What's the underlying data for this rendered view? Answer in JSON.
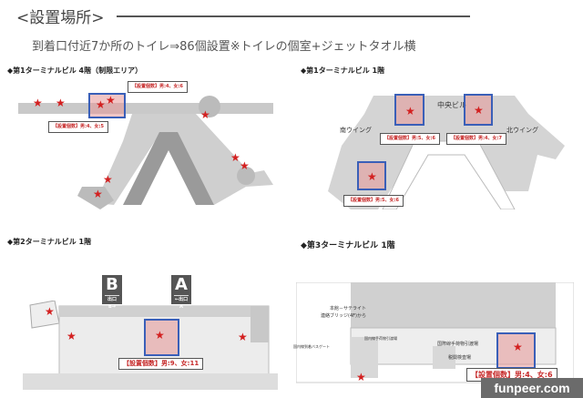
{
  "title": "<設置場所>",
  "subtitle": "到着口付近7か所のトイレ⇒86個設置※トイレの個室+ジェットタオル横",
  "maps": [
    {
      "heading": "◆第1ターミナルビル 4階（制限エリア）",
      "labels": [
        "【設置個数】男:4、女:6",
        "【設置個数】男:4、女:5"
      ]
    },
    {
      "heading": "◆第1ターミナルビル 1階",
      "areas": [
        "中央ビル",
        "南ウイング",
        "北ウイング"
      ],
      "labels": [
        "【設置個数】男:5、女:6",
        "【設置個数】男:4、女:7",
        "【設置個数】男:5、女:6"
      ]
    },
    {
      "heading": "◆第2ターミナルビル 1階",
      "signs": [
        {
          "letter": "B",
          "sub": "出口B→"
        },
        {
          "letter": "A",
          "sub": "←出口A"
        }
      ],
      "labels": [
        "【設置個数】男:9、女:11"
      ]
    },
    {
      "heading": "◆第3ターミナルビル 1階",
      "notes": [
        "本館－サテライト",
        "連絡ブリッジ(4F)から",
        "国内線到着バスゲート",
        "国内線手荷物引渡場",
        "国際線手荷物引渡場",
        "税関検査場"
      ],
      "labels": [
        "【設置個数】男:4、女:6"
      ]
    }
  ],
  "watermark": "funpeer.com",
  "colors": {
    "box": "#3a5fb8",
    "star": "#d32020",
    "label_text": "#c62828"
  }
}
